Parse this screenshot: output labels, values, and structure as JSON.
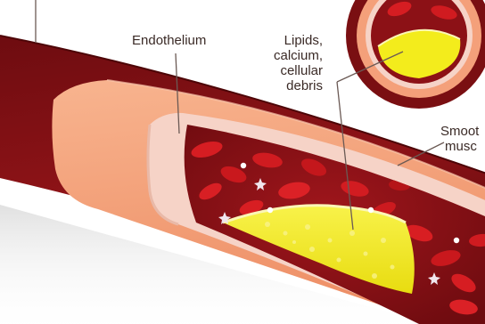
{
  "labels": {
    "endothelium": "Endothelium",
    "lipids": [
      "Lipids,",
      "calcium,",
      "cellular",
      "debris"
    ],
    "smooth_muscle": [
      "Smoot",
      "musc"
    ]
  },
  "colors": {
    "outer_wall": "#7a0f12",
    "muscle_layer": "#f4a07a",
    "endothelium": "#f7d7cc",
    "lumen": "#8c1116",
    "blood_cell": "#d81e22",
    "plaque": "#f3ec1c",
    "plaque_edge": "#f6f3a8",
    "leader_line": "#6b5a55"
  },
  "icons": [
    "white-blood-cell-icon",
    "platelet-star-icon"
  ]
}
